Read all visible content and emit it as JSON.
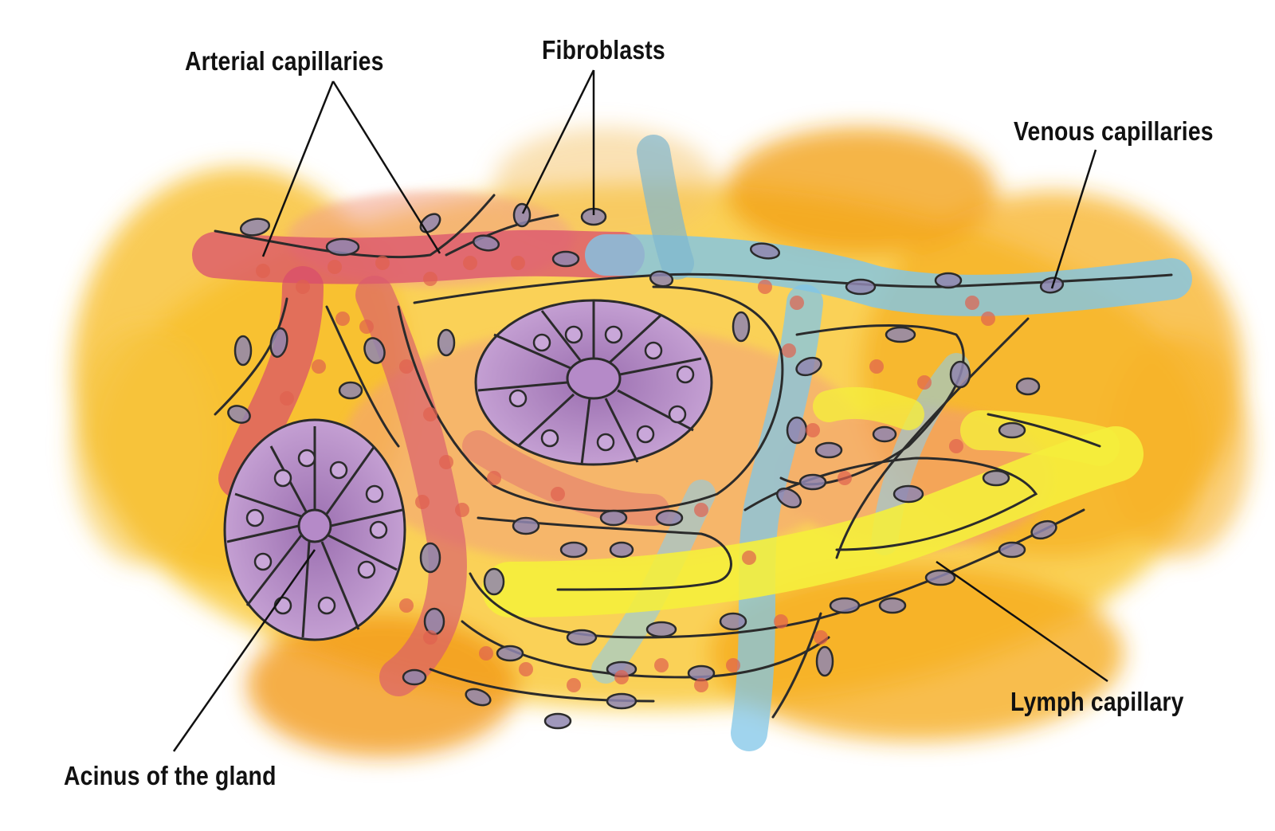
{
  "labels": {
    "arterial": "Arterial capillaries",
    "fibroblasts": "Fibroblasts",
    "venous": "Venous capillaries",
    "lymph": "Lymph capillary",
    "acinus": "Acinus of the gland"
  },
  "colors": {
    "background_wash": "#f7b21f",
    "arterial": "#d94a6a",
    "venous": "#7ec3e6",
    "lymph": "#f4ea3c",
    "acinus": "#a77cb8",
    "fibroblast": "#8f86b0",
    "outline": "#2b2b2b"
  }
}
